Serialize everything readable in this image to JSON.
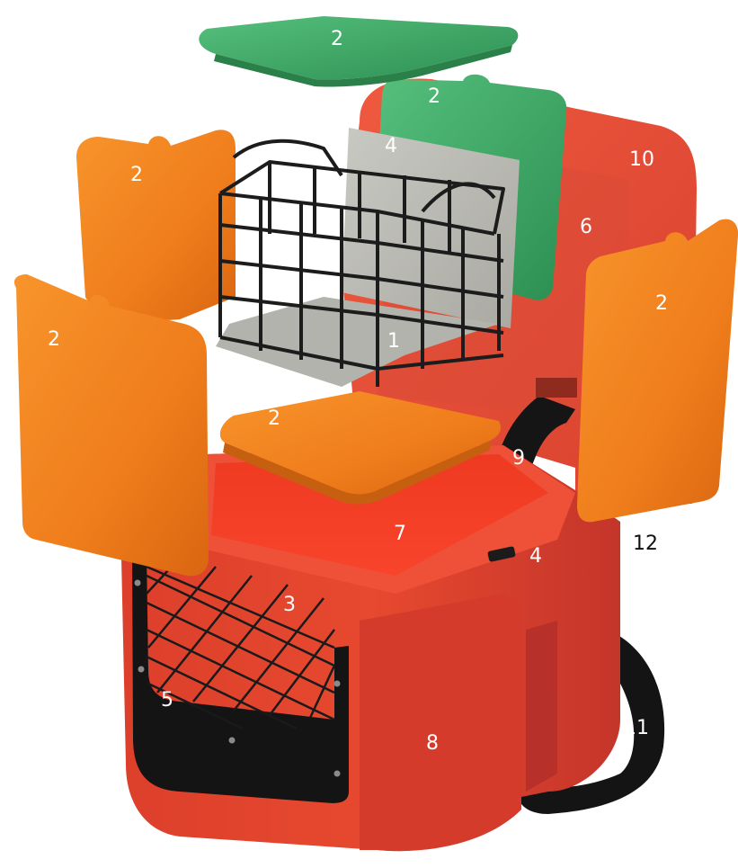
{
  "colors": {
    "green_pack": "#2e9a5a",
    "green_pack_light": "#46b872",
    "orange_pack": "#f07d1c",
    "orange_pack_dark": "#d9650f",
    "box_red": "#e5452e",
    "box_red_dark": "#c9352a",
    "box_inner": "#f23a25",
    "lid_red": "#e9503a",
    "strap_black": "#161616",
    "basket_wire": "#1c1c1c",
    "sheet_grey": "#b9b9b4",
    "label_white": "#ffffff",
    "label_black": "#111111"
  },
  "callouts": [
    {
      "id": "c-top-green",
      "text": "2",
      "color": "white"
    },
    {
      "id": "c-lid-green",
      "text": "2",
      "color": "white"
    },
    {
      "id": "c-sheet",
      "text": "4",
      "color": "white"
    },
    {
      "id": "c-lid",
      "text": "10",
      "color": "white"
    },
    {
      "id": "c-left-back-orange",
      "text": "2",
      "color": "white"
    },
    {
      "id": "c-lid-inner",
      "text": "6",
      "color": "white"
    },
    {
      "id": "c-right-orange",
      "text": "2",
      "color": "white"
    },
    {
      "id": "c-left-front-orange",
      "text": "2",
      "color": "white"
    },
    {
      "id": "c-basket",
      "text": "1",
      "color": "white"
    },
    {
      "id": "c-bottom-orange",
      "text": "2",
      "color": "white"
    },
    {
      "id": "c-hinge-strap",
      "text": "9",
      "color": "white"
    },
    {
      "id": "c-compartment",
      "text": "7",
      "color": "white"
    },
    {
      "id": "c-latch",
      "text": "4",
      "color": "white"
    },
    {
      "id": "c-back",
      "text": "12",
      "color": "black"
    },
    {
      "id": "c-side-wall",
      "text": "3",
      "color": "white"
    },
    {
      "id": "c-net",
      "text": "5",
      "color": "white"
    },
    {
      "id": "c-front",
      "text": "8",
      "color": "white"
    },
    {
      "id": "c-carry-strap",
      "text": "11",
      "color": "white"
    }
  ]
}
